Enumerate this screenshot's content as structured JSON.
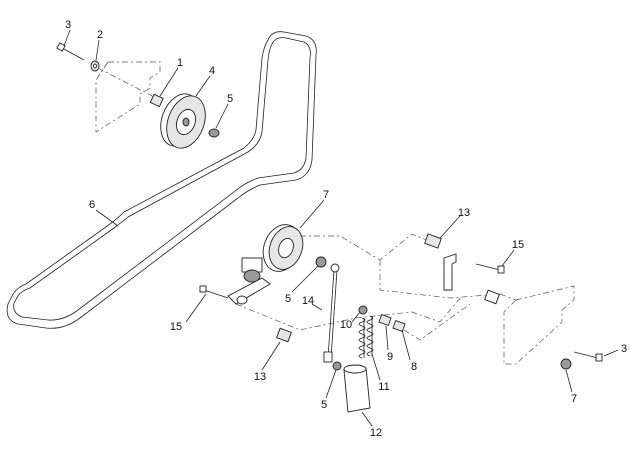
{
  "callouts": {
    "c1": "1",
    "c2": "2",
    "c3a": "3",
    "c3b": "3",
    "c4": "4",
    "c5a": "5",
    "c5b": "5",
    "c5c": "5",
    "c6": "6",
    "c7a": "7",
    "c7b": "7",
    "c8": "8",
    "c9": "9",
    "c10": "10",
    "c11": "11",
    "c12": "12",
    "c13a": "13",
    "c13b": "13",
    "c14": "14",
    "c15a": "15",
    "c15b": "15"
  }
}
